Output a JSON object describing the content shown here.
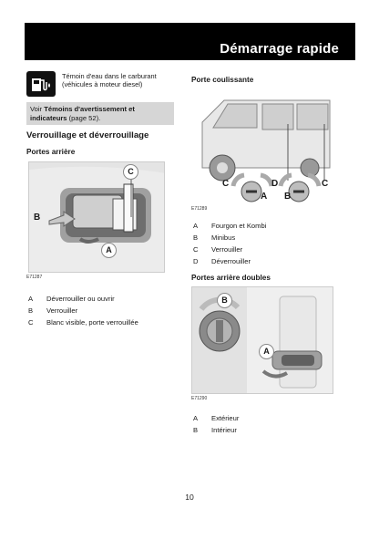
{
  "header": {
    "title": "Démarrage rapide"
  },
  "warning": {
    "icon": "water-in-fuel-warning-icon",
    "text": "Témoin d'eau dans le carburant (véhicules à moteur diesel)"
  },
  "see_box": {
    "prefix": "Voir ",
    "bold": "Témoins d'avertissement et indicateurs",
    "suffix": " (page 52)."
  },
  "left": {
    "section_title": "Verrouillage et déverrouillage",
    "subsection_title": "Portes arrière",
    "figure": {
      "id": "E71287",
      "labels": {
        "a": "A",
        "b": "B",
        "c": "C"
      }
    },
    "legend": [
      {
        "key": "A",
        "value": "Déverrouiller ou ouvrir"
      },
      {
        "key": "B",
        "value": "Verrouiller"
      },
      {
        "key": "C",
        "value": "Blanc visible, porte verrouillée"
      }
    ]
  },
  "right": {
    "sliding": {
      "title": "Porte coulissante",
      "figure": {
        "id": "E71289",
        "labels": {
          "c1": "C",
          "a": "A",
          "d": "D",
          "b": "B",
          "c2": "C"
        }
      },
      "legend": [
        {
          "key": "A",
          "value": "Fourgon et Kombi"
        },
        {
          "key": "B",
          "value": "Minibus"
        },
        {
          "key": "C",
          "value": "Verrouiller"
        },
        {
          "key": "D",
          "value": "Déverrouiller"
        }
      ]
    },
    "double": {
      "title": "Portes arrière doubles",
      "figure": {
        "id": "E71290",
        "labels": {
          "b": "B",
          "a": "A"
        }
      },
      "legend": [
        {
          "key": "A",
          "value": "Extérieur"
        },
        {
          "key": "B",
          "value": "Intérieur"
        }
      ]
    }
  },
  "page_number": "10"
}
